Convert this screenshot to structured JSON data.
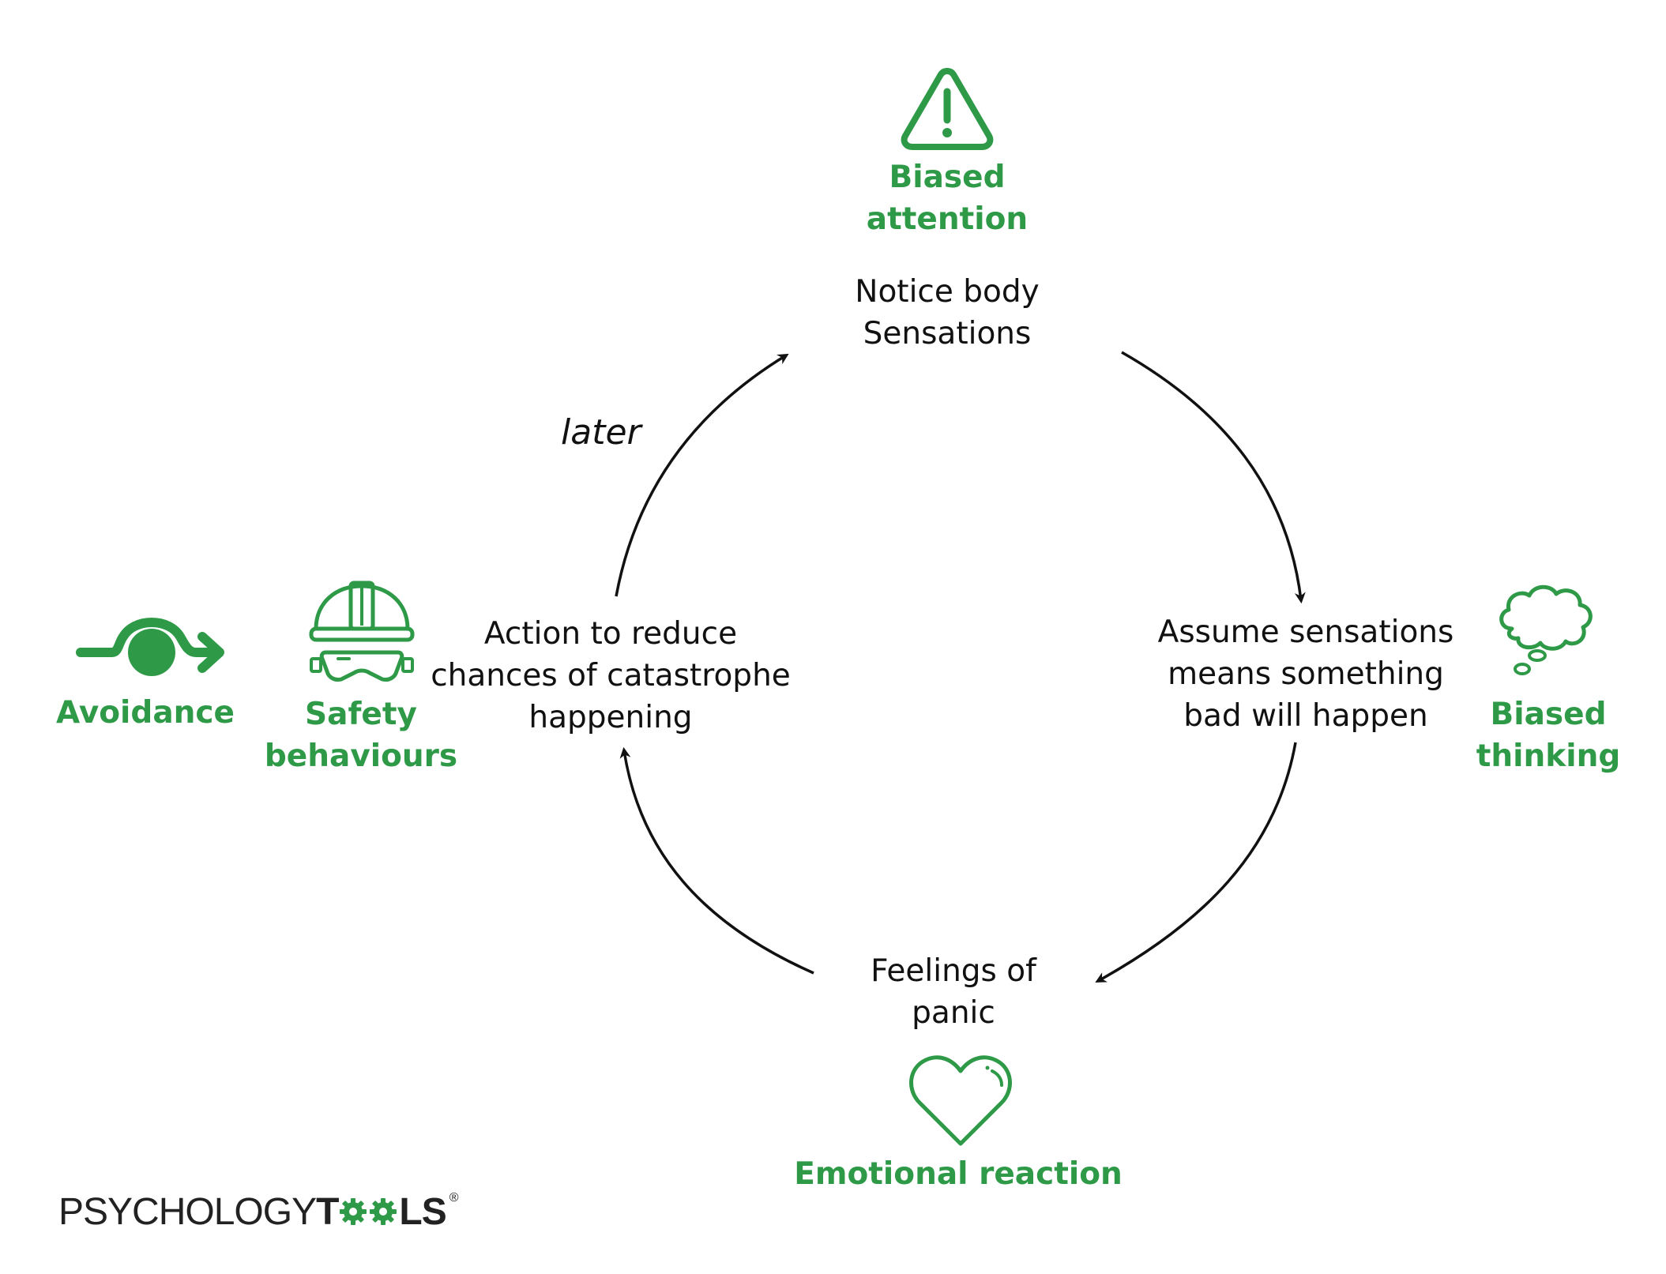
{
  "nodes": {
    "top": [
      "Notice body",
      "Sensations"
    ],
    "right": [
      "Assume sensations",
      "means something",
      "bad will happen"
    ],
    "bottom": [
      "Feelings of",
      "panic"
    ],
    "left": [
      "Action to reduce",
      "chances of catastrophe",
      "happening"
    ]
  },
  "edge_label": "later",
  "labels": {
    "biased_attention": [
      "Biased",
      "attention"
    ],
    "biased_thinking": [
      "Biased",
      "thinking"
    ],
    "emotional_reaction": [
      "Emotional reaction"
    ],
    "safety_behaviours": [
      "Safety",
      "behaviours"
    ],
    "avoidance": [
      "Avoidance"
    ]
  },
  "icons": {
    "biased_attention": "warning-triangle-icon",
    "biased_thinking": "thought-cloud-icon",
    "emotional_reaction": "heart-icon",
    "safety_behaviours": "hardhat-goggles-icon",
    "avoidance": "avoidance-arrow-icon"
  },
  "logo": {
    "part1": "PSYCHOLOGY",
    "part2_a": "T",
    "part2_b": "LS",
    "registered": "®"
  },
  "colors": {
    "accent": "#2e9a47",
    "text": "#111111",
    "arrow": "#111111"
  }
}
